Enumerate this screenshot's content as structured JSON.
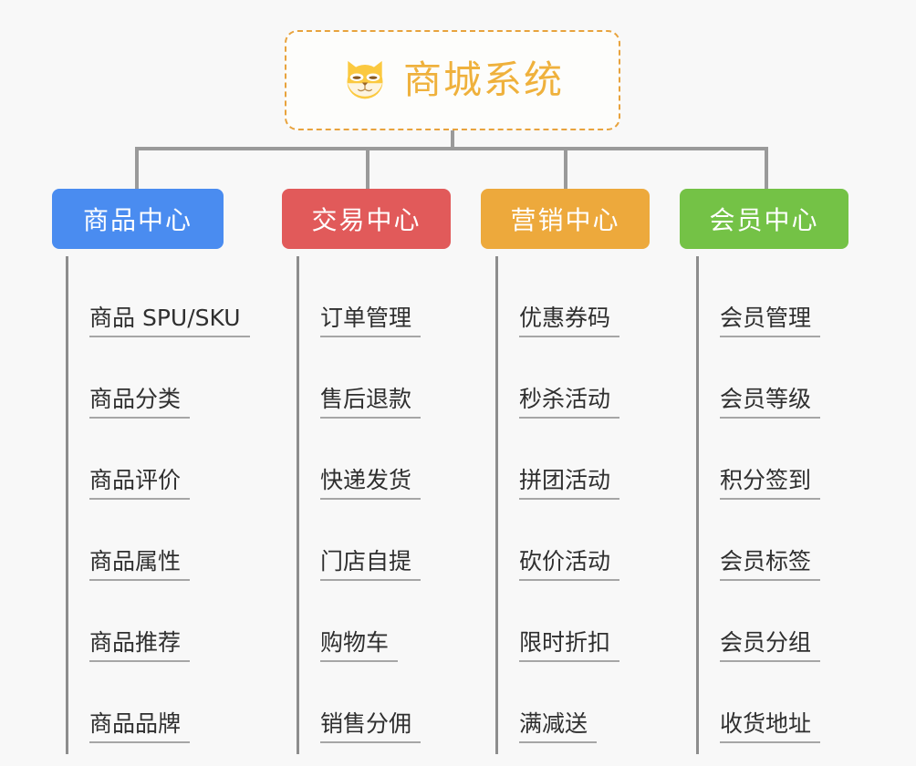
{
  "diagram": {
    "type": "org-chart",
    "background_color": "#f8f8f8",
    "root": {
      "label": "商城系统",
      "icon": "shiba-dog-icon",
      "text_color": "#efb13c",
      "border_color": "#e8a33d",
      "border_style": "dashed"
    },
    "connector_color": "#9a9a9a",
    "columns": [
      {
        "label": "商品中心",
        "color": "#4a8cf0",
        "items": [
          "商品 SPU/SKU",
          "商品分类",
          "商品评价",
          "商品属性",
          "商品推荐",
          "商品品牌"
        ]
      },
      {
        "label": "交易中心",
        "color": "#e15a5a",
        "items": [
          "订单管理",
          "售后退款",
          "快递发货",
          "门店自提",
          "购物车",
          "销售分佣"
        ]
      },
      {
        "label": "营销中心",
        "color": "#eda93c",
        "items": [
          "优惠券码",
          "秒杀活动",
          "拼团活动",
          "砍价活动",
          "限时折扣",
          "满减送"
        ]
      },
      {
        "label": "会员中心",
        "color": "#74c246",
        "items": [
          "会员管理",
          "会员等级",
          "积分签到",
          "会员标签",
          "会员分组",
          "收货地址"
        ]
      }
    ]
  }
}
